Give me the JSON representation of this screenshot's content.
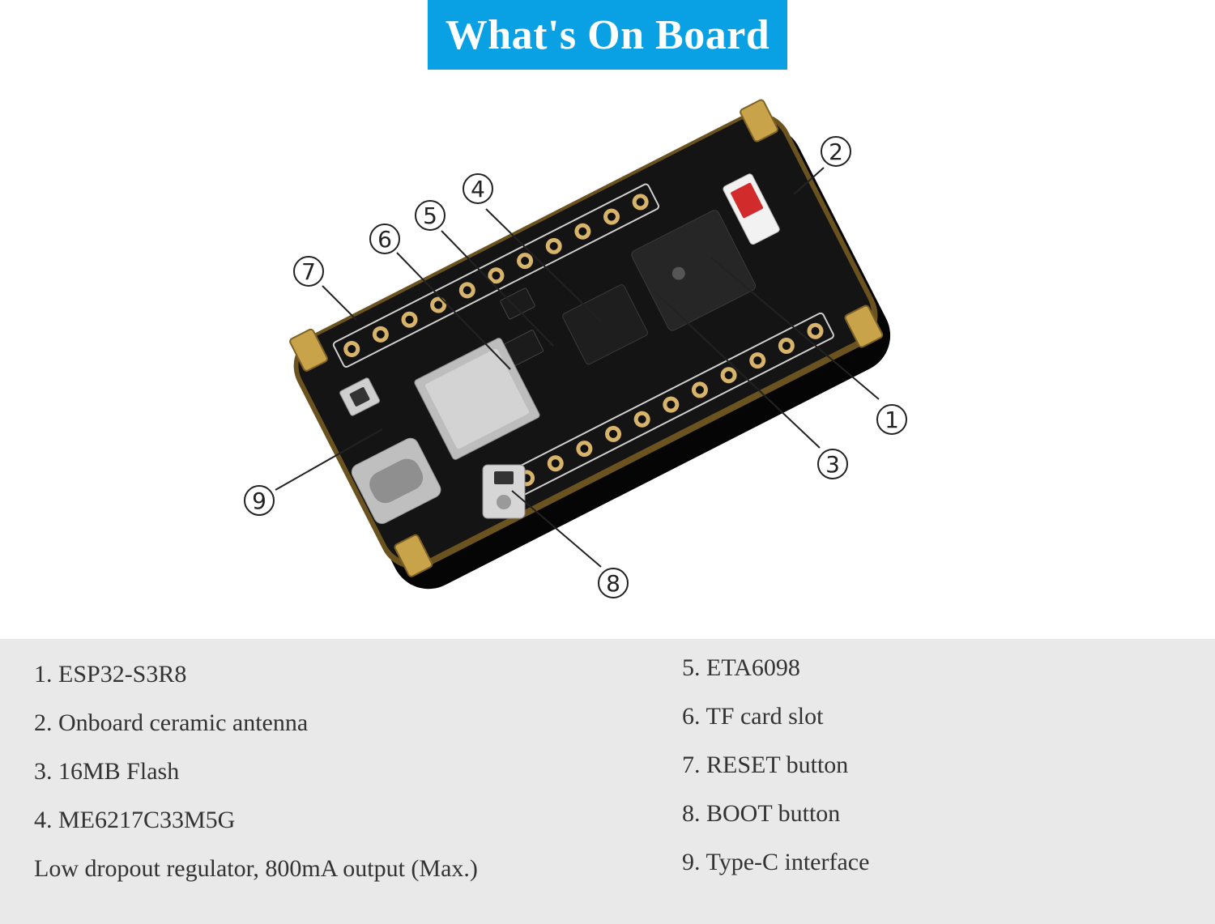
{
  "title": "What's On Board",
  "callouts": [
    "1",
    "2",
    "3",
    "4",
    "5",
    "6",
    "7",
    "8",
    "9"
  ],
  "components_left": [
    "1. ESP32-S3R8",
    "2. Onboard ceramic antenna",
    "3. 16MB Flash",
    "4. ME6217C33M5G",
    "Low dropout regulator, 800mA output (Max.)"
  ],
  "components_right": [
    "5. ETA6098",
    "6. TF card slot",
    "7. RESET button",
    "8. BOOT button",
    "9. Type-C interface"
  ],
  "colors": {
    "banner": "#0aa1e4",
    "legend_bg": "#e9e9e9",
    "pcb": "#111111",
    "gold": "#c9a34a",
    "antenna": "#d22b2b"
  }
}
